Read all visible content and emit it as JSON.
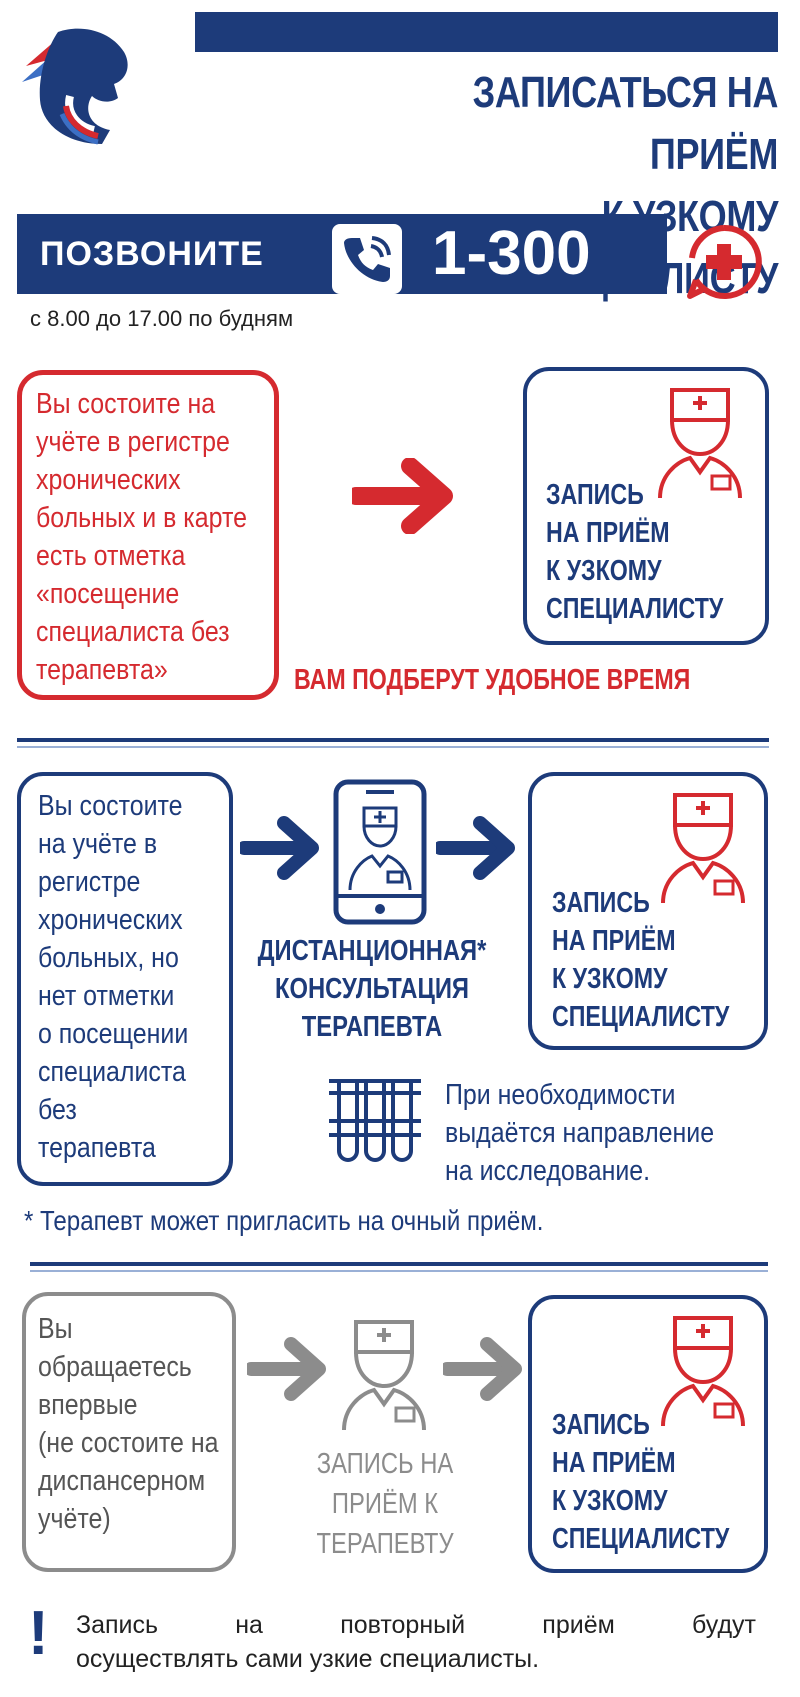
{
  "header": {
    "title_line1": "ЗАПИСАТЬСЯ НА ПРИЁМ",
    "title_line2": "К УЗКОМУ СПЕЦИАЛИСТУ",
    "call_label": "ПОЗВОНИТЕ",
    "phone_number": "1-300",
    "hours": "с 8.00 до 17.00 по будням",
    "logo_icon": "bear-logo-icon",
    "medical_icon": "medical-cross-icon"
  },
  "colors": {
    "navy": "#1d3b7a",
    "red": "#d52a2f",
    "gray": "#8c8c8c"
  },
  "section1": {
    "condition": [
      "Вы состоите на",
      "учёте в регистре",
      "хронических",
      "больных и в карте",
      "есть отметка",
      "«посещение",
      "специалиста без",
      "терапевта»"
    ],
    "result": [
      "ЗАПИСЬ",
      "НА ПРИЁМ",
      "К УЗКОМУ",
      "СПЕЦИАЛИСТУ"
    ],
    "note": "ВАМ ПОДБЕРУТ УДОБНОЕ ВРЕМЯ"
  },
  "section2": {
    "condition": [
      "Вы состоите",
      "на учёте в",
      "регистре",
      "хронических",
      "больных, но",
      "нет отметки",
      "о посещении",
      "специалиста",
      "без",
      "терапевта"
    ],
    "middle": [
      "ДИСТАНЦИОННАЯ*",
      "КОНСУЛЬТАЦИЯ",
      "ТЕРАПЕВТА"
    ],
    "result": [
      "ЗАПИСЬ",
      "НА ПРИЁМ",
      "К УЗКОМУ",
      "СПЕЦИАЛИСТУ"
    ],
    "tests_note": [
      "При необходимости",
      "выдаётся направление",
      "на исследование."
    ],
    "footnote": "* Терапевт может пригласить на очный приём."
  },
  "section3": {
    "condition": [
      "Вы",
      "обращаетесь",
      "впервые",
      "(не состоите на",
      "диспансерном",
      "учёте)"
    ],
    "middle": [
      "ЗАПИСЬ НА",
      "ПРИЁМ К",
      "ТЕРАПЕВТУ"
    ],
    "result": [
      "ЗАПИСЬ",
      "НА ПРИЁМ",
      "К УЗКОМУ",
      "СПЕЦИАЛИСТУ"
    ]
  },
  "footer": {
    "exclamation": "!",
    "note_line1": "Запись на повторный приём будут",
    "note_line2": "осуществлять сами узкие специалисты."
  }
}
